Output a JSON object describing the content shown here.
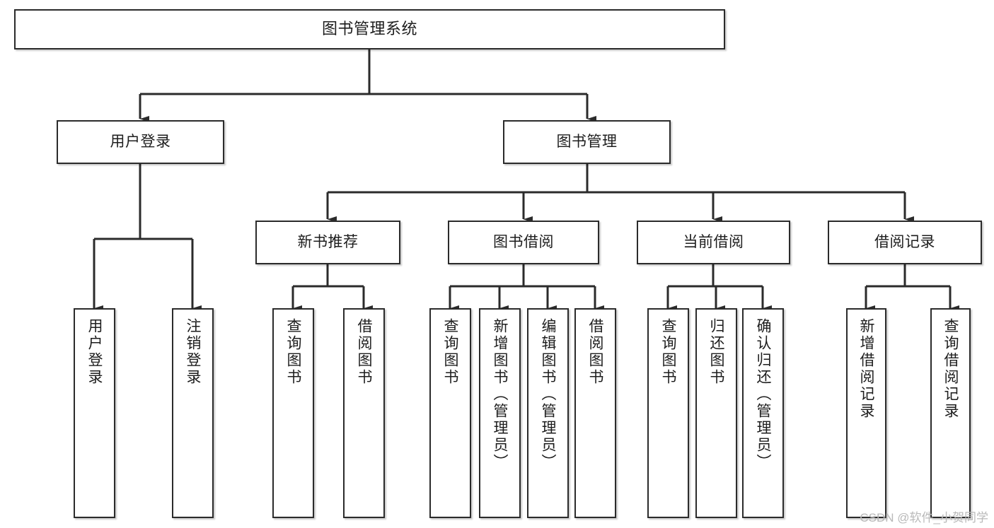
{
  "diagram": {
    "title": "图书管理系统",
    "type": "function-hierarchy-tree",
    "root": {
      "label": "图书管理系统"
    },
    "level2": [
      {
        "label": "用户登录"
      },
      {
        "label": "图书管理"
      }
    ],
    "level3": [
      {
        "label": "新书推荐"
      },
      {
        "label": "图书借阅"
      },
      {
        "label": "当前借阅"
      },
      {
        "label": "借阅记录"
      }
    ],
    "leaves": {
      "user_login": [
        {
          "label": "用户登录"
        },
        {
          "label": "注销登录"
        }
      ],
      "new_book_recommend": [
        {
          "label": "查询图书"
        },
        {
          "label": "借阅图书"
        }
      ],
      "book_borrow": [
        {
          "label": "查询图书"
        },
        {
          "label": "新增图书（管理员）"
        },
        {
          "label": "编辑图书（管理员）"
        },
        {
          "label": "借阅图书"
        }
      ],
      "current_borrow": [
        {
          "label": "查询图书"
        },
        {
          "label": "归还图书"
        },
        {
          "label": "确认归还（管理员）"
        }
      ],
      "borrow_record": [
        {
          "label": "新增借阅记录"
        },
        {
          "label": "查询借阅记录"
        }
      ]
    }
  },
  "watermark": {
    "text": "CSDN @软件_小贺同学"
  },
  "colors": {
    "stroke": "#2b2b2b",
    "fill": "#ffffff",
    "text": "#1d1d1d",
    "watermark": "#b9b9b9"
  }
}
